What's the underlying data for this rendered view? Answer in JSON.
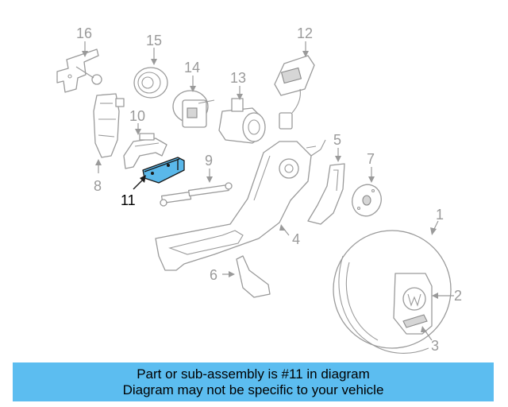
{
  "diagram": {
    "callouts": {
      "c1": "1",
      "c2": "2",
      "c3": "3",
      "c4": "4",
      "c5": "5",
      "c6": "6",
      "c7": "7",
      "c8": "8",
      "c9": "9",
      "c10": "10",
      "c11": "11",
      "c12": "12",
      "c13": "13",
      "c14": "14",
      "c15": "15",
      "c16": "16"
    },
    "highlighted_part": "11",
    "highlight_color": "#5ab8ea"
  },
  "banner": {
    "line1": "Part or sub-assembly is #11 in diagram",
    "line2": "Diagram may not be specific to your vehicle",
    "background_color": "#5cbdf0"
  }
}
